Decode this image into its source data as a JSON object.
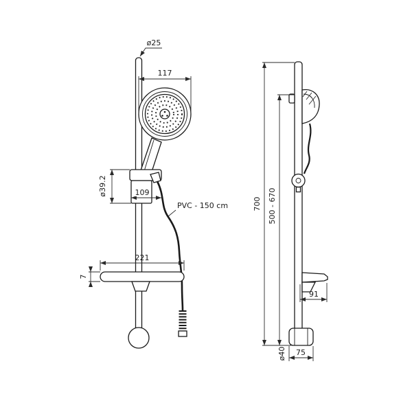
{
  "drawing": {
    "background": "#ffffff",
    "line_color": "#1a1a1a",
    "dimension_color": "#2a2a2a",
    "front_view": {
      "bar_diameter": "ø25",
      "head_width": "117",
      "slider_diameter": "ø39.2",
      "slider_length": "109",
      "hose_label": "PVC - 150 cm",
      "dish_width": "221",
      "dish_thickness": "7"
    },
    "side_view": {
      "total_height": "700",
      "adjustable_range": "500 - 670",
      "dish_depth": "91",
      "base_diameter": "ø40",
      "base_width": "75"
    }
  }
}
